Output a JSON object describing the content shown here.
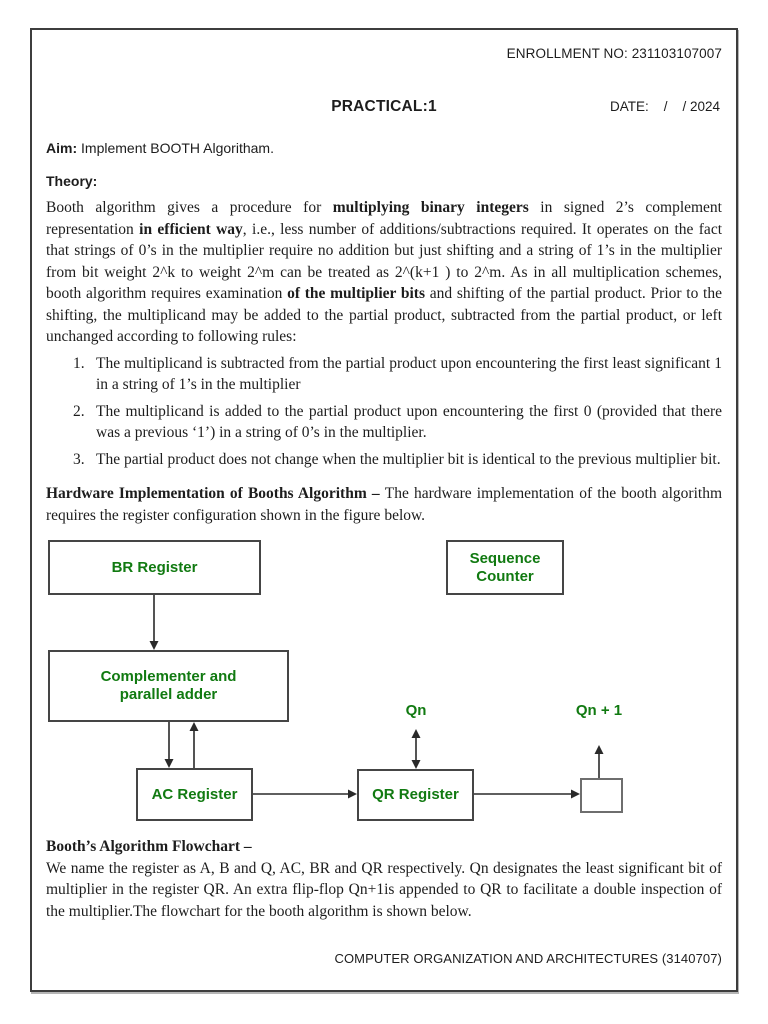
{
  "colors": {
    "diagram_text_green": "#117a11",
    "ink": "#1d1d1d",
    "frame_border": "#3d3d3d"
  },
  "header": {
    "enrollment": "ENROLLMENT NO: 231103107007",
    "title": "PRACTICAL:1",
    "date": "DATE:    /    / 2024"
  },
  "aim": {
    "label": "Aim:",
    "text": " Implement BOOTH Algoritham."
  },
  "theory": {
    "label": "Theory:",
    "paragraph": {
      "s1": "Booth algorithm gives a procedure for ",
      "b1": "multiplying binary integers",
      "s2": " in signed 2’s complement representation ",
      "b2": "in efficient way",
      "s3": ", i.e., less number of additions/subtractions required. It operates on the fact that strings of 0’s in the multiplier require no addition but just shifting and a string of 1’s in the multiplier from bit weight 2^k to weight 2^m can be treated as 2^(k+1 ) to 2^m. As in all multiplication schemes, booth algorithm requires examination ",
      "b3": "of the multiplier bits",
      "s4": " and shifting of the partial product. Prior to the shifting, the multiplicand may be added to the partial product, subtracted from the partial product, or left unchanged according to following rules:"
    },
    "rules": [
      {
        "num": "1.",
        "text": "The multiplicand is subtracted from the partial product upon encountering the first least significant 1 in a string of 1’s in the multiplier"
      },
      {
        "num": "2.",
        "text": "The multiplicand is added to the partial product upon encountering the first 0 (provided that there was a previous ‘1’) in a string of 0’s in the multiplier."
      },
      {
        "num": "3.",
        "text": "The partial product does not change when the multiplier bit is identical to the previous multiplier bit."
      }
    ]
  },
  "hardware": {
    "heading": "Hardware Implementation of Booths Algorithm – ",
    "text": "The hardware implementation of the booth algorithm requires the register configuration shown in the figure below."
  },
  "diagram": {
    "br_register": "BR Register",
    "sequence_counter": "Sequence Counter",
    "complementer": "Complementer and parallel adder",
    "ac_register": "AC Register",
    "qr_register": "QR Register",
    "qn_label": "Qn",
    "qn_plus_1_label": "Qn + 1"
  },
  "flowchart": {
    "heading": "Booth’s Algorithm Flowchart –",
    "text": "We name the register as A, B and Q, AC, BR and QR respectively. Qn designates the least significant bit of multiplier in the register QR. An extra flip-flop Qn+1is appended to QR to facilitate a double inspection of the multiplier.The flowchart for the booth algorithm is shown below."
  },
  "footer": "COMPUTER ORGANIZATION AND ARCHITECTURES (3140707)"
}
